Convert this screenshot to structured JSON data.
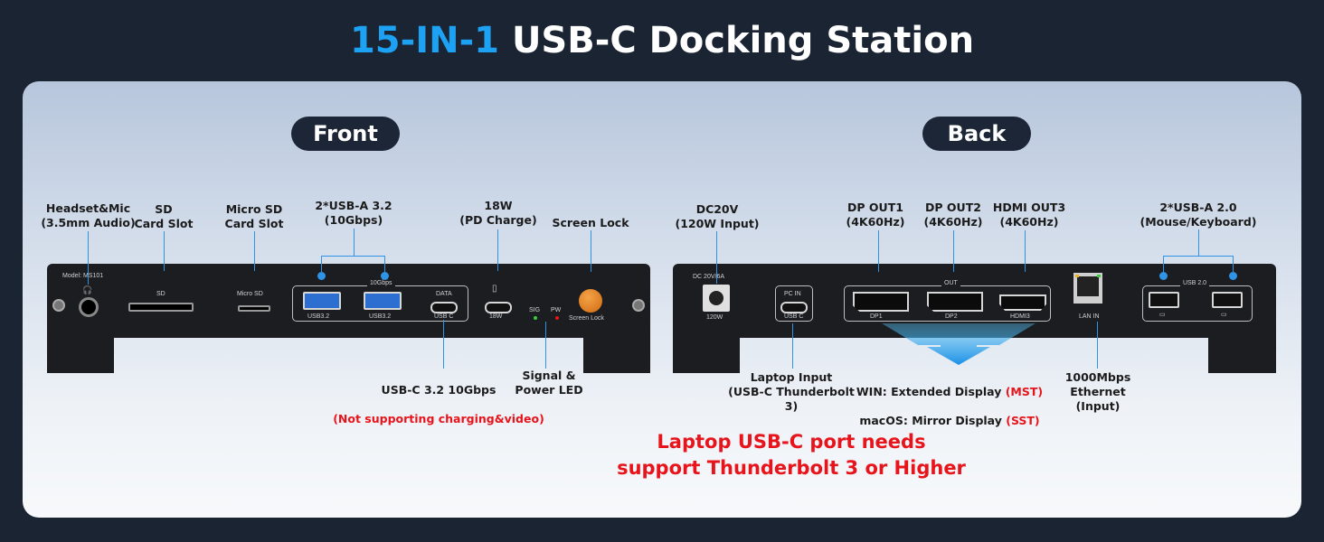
{
  "title": {
    "highlight": "15-IN-1",
    "rest": "USB-C Docking Station"
  },
  "sections": {
    "front": "Front",
    "back": "Back"
  },
  "front_labels": {
    "headset": "Headset&Mic\n(3.5mm Audio)",
    "sd": "SD\nCard Slot",
    "microsd": "Micro SD\nCard Slot",
    "usba32": "2*USB-A 3.2\n(10Gbps)",
    "pd": "18W\n(PD Charge)",
    "screenlock": "Screen Lock",
    "usbc32": "USB-C 3.2 10Gbps",
    "usbc32_note": "(Not supporting charging&video)",
    "led": "Signal &\nPower LED"
  },
  "back_labels": {
    "dc": "DC20V\n(120W Input)",
    "dp1": "DP OUT1\n(4K60Hz)",
    "dp2": "DP OUT2\n(4K60Hz)",
    "hdmi3": "HDMI OUT3\n(4K60Hz)",
    "usba20": "2*USB-A 2.0\n(Mouse/Keyboard)",
    "laptop": "Laptop Input\n(USB-C Thunderbolt 3)",
    "display_win": "WIN: Extended Display ",
    "display_win_tag": "(MST)",
    "display_mac": "macOS: Mirror Display ",
    "display_mac_tag": "(SST)",
    "ethernet": "1000Mbps Ethernet\n(Input)"
  },
  "note": "Laptop USB-C port needs\nsupport Thunderbolt 3 or Higher",
  "device_front": {
    "model": "Model: MS101",
    "sd": "SD",
    "microsd": "Micro SD",
    "speed": "10Gbps",
    "data": "DATA",
    "usb32a": "USB3.2",
    "usb32b": "USB3.2",
    "usbc": "USB C",
    "w18": "18W",
    "sig": "SIG",
    "pw": "PW",
    "lock": "Screen Lock"
  },
  "device_back": {
    "dc": "DC 20V/6A",
    "w120": "120W",
    "pcin": "PC IN",
    "usbc": "USB C",
    "out": "OUT",
    "dp1": "DP1",
    "dp2": "DP2",
    "hdmi": "HDMI3",
    "lan": "LAN IN",
    "usb20": "USB 2.0"
  },
  "colors": {
    "accent": "#1da1f2",
    "warning": "#e8141b",
    "leader": "#2f93e6"
  }
}
